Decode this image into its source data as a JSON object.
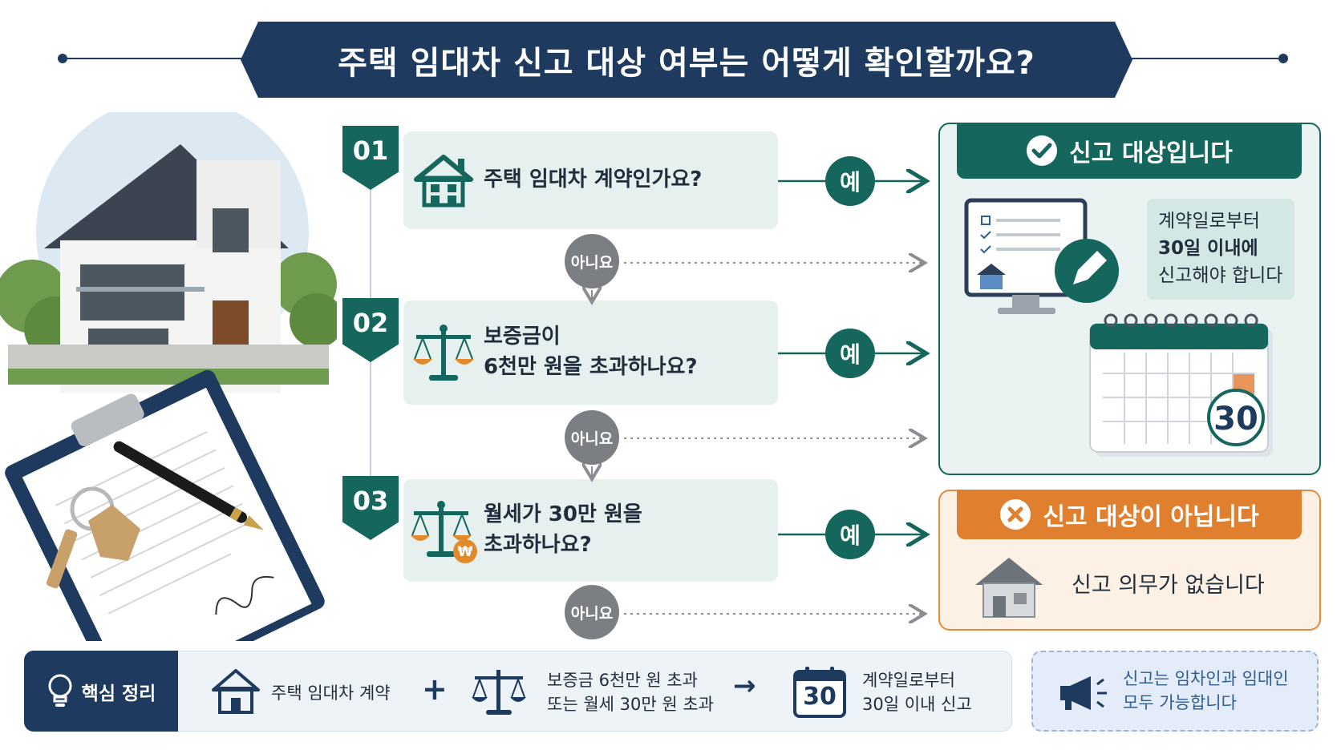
{
  "title": "주택 임대차 신고 대상 여부는 어떻게 확인할까요?",
  "steps": [
    {
      "number": "01",
      "question": "주택 임대차 계약인가요?",
      "icon": "house-icon"
    },
    {
      "number": "02",
      "question_line1": "보증금이",
      "question_line2": "6천만 원을 초과하나요?",
      "icon": "scale-icon"
    },
    {
      "number": "03",
      "question_line1": "월세가 30만 원을",
      "question_line2": "초과하나요?",
      "icon": "scale-won-icon"
    }
  ],
  "yes_label": "예",
  "no_label": "아니요",
  "target": {
    "header": "신고 대상입니다",
    "note_line1": "계약일로부터",
    "note_line2": "30일 이내에",
    "note_line3": "신고해야 합니다",
    "calendar_number": "30"
  },
  "nontarget": {
    "header": "신고 대상이 아닙니다",
    "text": "신고 의무가 없습니다"
  },
  "summary": {
    "label": "핵심 정리",
    "item1": "주택 임대차 계약",
    "plus": "+",
    "item2_line1": "보증금 6천만 원 초과",
    "item2_line2": "또는 월세 30만 원 초과",
    "arrow": "→",
    "calendar_number": "30",
    "item3_line1": "계약일로부터",
    "item3_line2": "30일 이내 신고",
    "tip_line1": "신고는 임차인과 임대인",
    "tip_line2": "모두 가능합니다"
  },
  "colors": {
    "navy": "#1e3a5f",
    "teal": "#15675e",
    "orange": "#e07f2e",
    "gray": "#7b7e82",
    "card": "#e6f0ef"
  }
}
